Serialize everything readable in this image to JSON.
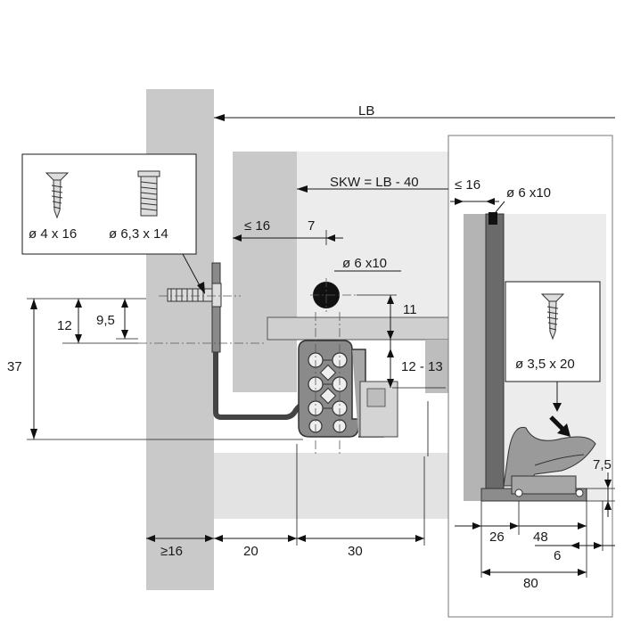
{
  "dimensions": {
    "lb": "LB",
    "skw": "SKW = LB - 40",
    "max16_top": "≤ 16",
    "max16_right": "≤ 16",
    "seven": "7",
    "hole_a": "ø 6 x10",
    "hole_b": "ø 6 x10",
    "eleven": "11",
    "twelve_thirteen": "12 - 13",
    "thirtyseven": "37",
    "twelve": "12",
    "ninefive": "9,5",
    "min16": "≥16",
    "twenty": "20",
    "thirty": "30",
    "twentysix": "26",
    "fortyeight": "48",
    "six": "6",
    "eighty": "80",
    "sevenfive": "7,5"
  },
  "callouts": {
    "screw_wood": "ø 4 x 16",
    "screw_euro": "ø 6,3 x 14",
    "screw_front": "ø 3,5 x 20"
  }
}
